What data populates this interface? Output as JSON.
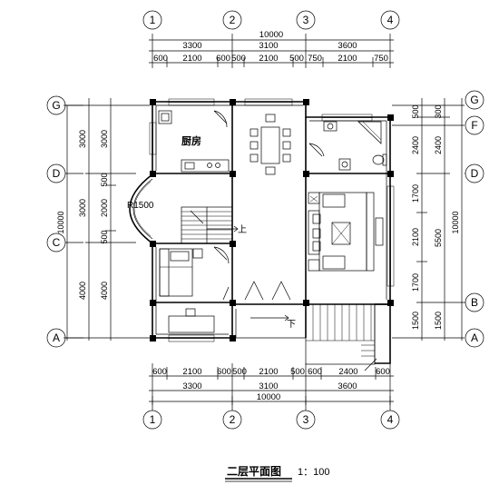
{
  "top_dims": {
    "total": "10000",
    "spans": [
      "3300",
      "3100",
      "3600"
    ],
    "details": [
      "600",
      "2100",
      "600",
      "500",
      "2100",
      "500",
      "750",
      "2100",
      "750"
    ]
  },
  "bottom_dims": {
    "total": "10000",
    "spans": [
      "3300",
      "3100",
      "3600"
    ],
    "details": [
      "600",
      "2100",
      "600",
      "500",
      "2100",
      "500",
      "600",
      "2400",
      "600"
    ]
  },
  "left_dims": {
    "total": "10000",
    "outer": [
      "3000",
      "3000",
      "4000"
    ],
    "inner": [
      "3000",
      "500",
      "2000",
      "500",
      "4000"
    ]
  },
  "right_dims": {
    "total": "10000",
    "inner": [
      "500",
      "2400",
      "1700",
      "2100",
      "1700",
      "1500"
    ],
    "outer": [
      "300",
      "2400",
      "5500",
      "1500"
    ]
  },
  "axes": {
    "columns": [
      "1",
      "2",
      "3",
      "4"
    ],
    "left_rows": [
      "G",
      "D",
      "C",
      "A"
    ],
    "right_rows": [
      "G",
      "F",
      "D",
      "B",
      "A"
    ]
  },
  "labels": {
    "kitchen": "厨房",
    "radius": "R1500",
    "up": "上",
    "down": "下"
  },
  "title": {
    "name": "二层平面图",
    "scale": "1：100"
  }
}
